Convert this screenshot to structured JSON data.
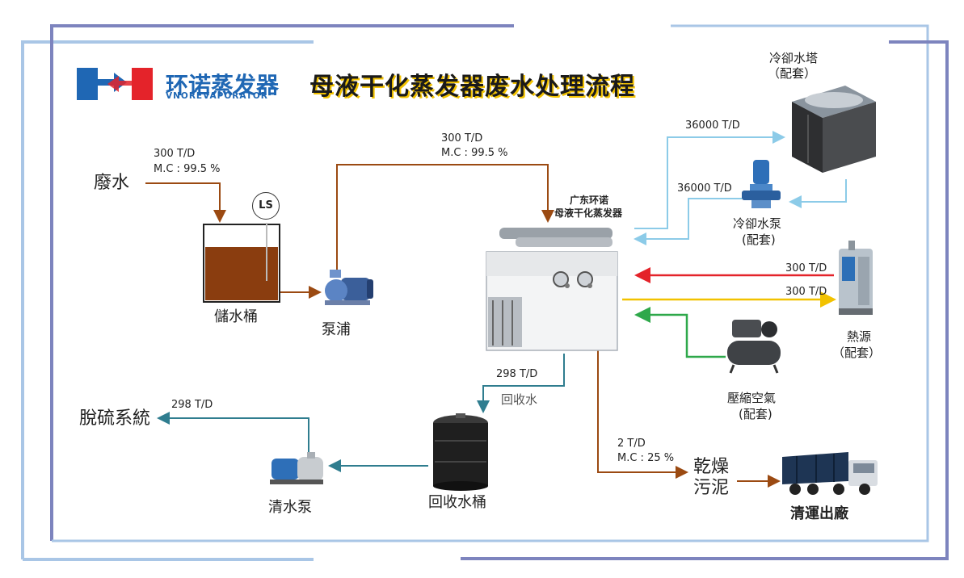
{
  "header": {
    "title": "母液干化蒸发器废水处理流程",
    "brand_cn": "环诺蒸发器",
    "brand_en": "VNOREVAPORATOR"
  },
  "labels": {
    "wastewater": "廢水",
    "feed_flow": "300 T/D",
    "feed_mc": "M.C : 99.5 %",
    "level_sensor": "LS",
    "storage_tank": "儲水桶",
    "pump": "泵浦",
    "pump_flow": "300 T/D",
    "pump_mc": "M.C : 99.5 %",
    "evaporator_line1": "广东环诺",
    "evaporator_line2": "母液干化蒸发器",
    "cooling_tower": "冷卻水塔",
    "cooling_tower_note": "（配套）",
    "tower_flow": "36000 T/D",
    "cooling_pump_flow": "36000 T/D",
    "cooling_pump": "冷卻水泵",
    "cooling_pump_note": "(配套)",
    "heat_in_flow": "300 T/D",
    "heat_out_flow": "300 T/D",
    "heat_source": "熱源",
    "heat_source_note": "（配套）",
    "compressed_air": "壓縮空氣",
    "compressed_air_note": "(配套)",
    "recycled_flow": "298 T/D",
    "recycled_water": "回收水",
    "recycle_tank": "回收水桶",
    "clean_pump": "清水泵",
    "desulfur_flow": "298 T/D",
    "desulfur_system": "脫硫系統",
    "sludge_flow": "2 T/D",
    "sludge_mc": "M.C : 25 %",
    "sludge_line1": "乾燥",
    "sludge_line2": "污泥",
    "haul_out": "清運出廠"
  },
  "colors": {
    "brown": "#9b4a12",
    "light_blue": "#8ccbe8",
    "teal": "#2f7d8f",
    "red": "#e4232a",
    "yellow": "#f2c200",
    "green": "#2ea84a",
    "frame_blue": "#a9c6e6",
    "frame_purple": "#7d84be"
  }
}
